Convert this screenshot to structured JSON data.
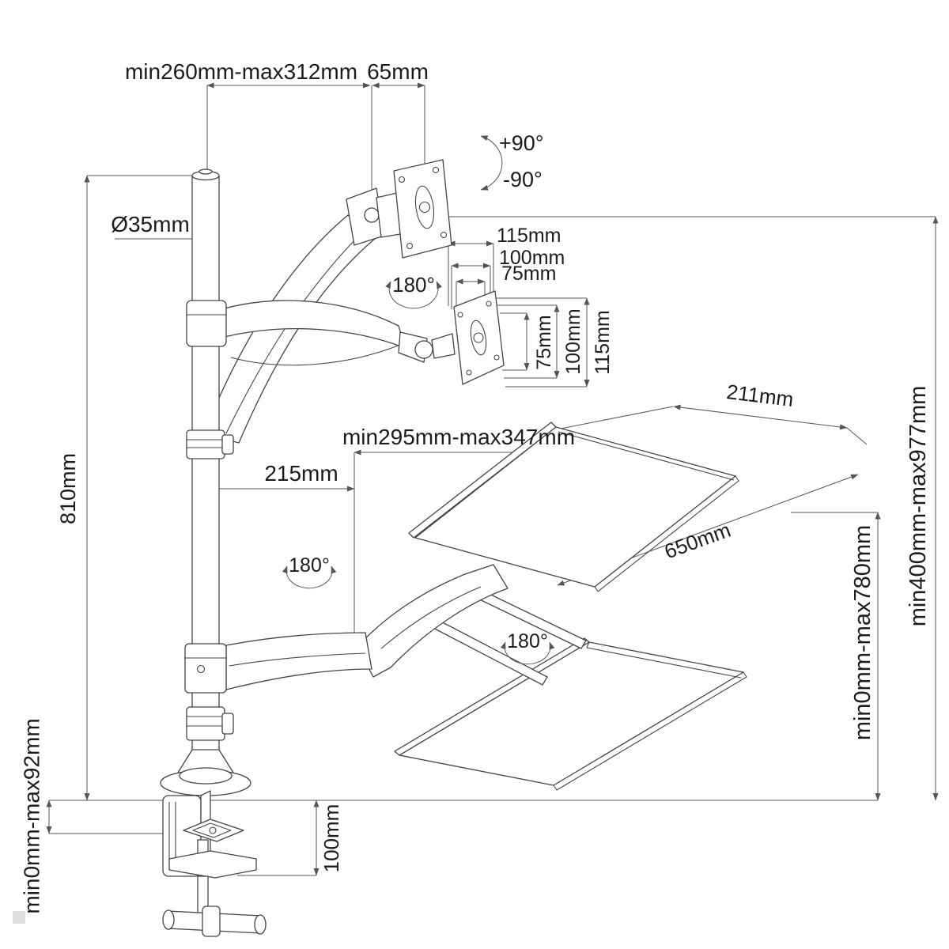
{
  "page": {
    "background": "#ffffff"
  },
  "drawing": {
    "subject": "Desk clamp pole mount with gas-spring monitor arm, work surface and keyboard tray - dimensional drawing",
    "colors": {
      "outline": "#454545",
      "dimension_lines": "#555555",
      "label_text": "#1c1c1c",
      "watermark": "#c9c9c9"
    },
    "labels": {
      "pole_top_height_range": "min260mm-max312mm",
      "vesa_offset": "65mm",
      "tilt_up": "+90°",
      "tilt_down": "-90°",
      "pole_diameter": "Ø35mm",
      "pole_height": "810mm",
      "vesa_horizontal": [
        "115mm",
        "100mm",
        "75mm"
      ],
      "vesa_vertical": [
        "75mm",
        "100mm",
        "115mm"
      ],
      "swivel_angles": [
        "180°",
        "180°",
        "180°"
      ],
      "tray_depth": "211mm",
      "tray_arm_range": "min295mm-max347mm",
      "arm_offset": "215mm",
      "tray_width": "650mm",
      "work_surface_height_range": "min400mm-max977mm",
      "keyboard_tray_height_range": "min0mm-max780mm",
      "clamp_thickness_range": "min0mm-max92mm",
      "clamp_opening": "100mm"
    }
  }
}
